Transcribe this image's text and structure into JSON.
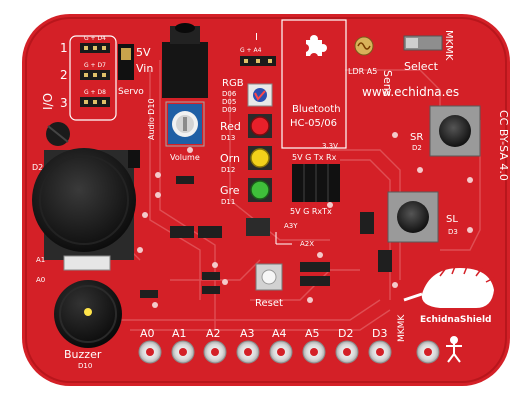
{
  "board": {
    "pcb_color": "#d42027",
    "silk_color": "#ffffff",
    "url": "www.echidna.es",
    "license": "CC BY-SA 4.0",
    "brand": "EchidnaShield"
  },
  "io": {
    "label": "I/O",
    "rows": [
      {
        "num": "1",
        "pins": "G + D4"
      },
      {
        "num": "2",
        "pins": "G + D7"
      },
      {
        "num": "3",
        "pins": "G + D8"
      }
    ]
  },
  "servo": {
    "label": "Servo",
    "v5": "5V",
    "vin": "Vin"
  },
  "i2c": {
    "label": "I",
    "pins": "G + A4"
  },
  "audio": {
    "label": "Audio D10",
    "volume": "Volume"
  },
  "rgb": {
    "label": "RGB",
    "pins": [
      "D06",
      "D05",
      "D09"
    ]
  },
  "leds": [
    {
      "name": "Red",
      "pin": "D13",
      "color": "#e8202a"
    },
    {
      "name": "Orn",
      "pin": "D12",
      "color": "#f2d11a"
    },
    {
      "name": "Gre",
      "pin": "D11",
      "color": "#3fbf3a"
    }
  ],
  "bluetooth": {
    "title": "Bluetooth",
    "model": "HC-05/06",
    "v33": "3.3V",
    "pins_top": "5V G Tx Rx",
    "pins_bottom": "5V G RxTx"
  },
  "sensors": {
    "ldr": "LDR A5",
    "sens": "Sens",
    "select": "Select",
    "mkmk": "MKMK"
  },
  "buttons": {
    "sr": "SR",
    "sr_pin": "D2",
    "sl": "SL",
    "sl_pin": "D3",
    "reset": "Reset"
  },
  "joystick": {
    "label": "D2",
    "axes": "A0",
    "pin_a1": "A1"
  },
  "accel": {
    "a3y": "A3Y",
    "a2x": "A2X"
  },
  "buzzer": {
    "label": "Buzzer",
    "pin": "D10"
  },
  "header_pins": [
    "A0",
    "A1",
    "A2",
    "A3",
    "A4",
    "A5",
    "D2",
    "D3"
  ],
  "header_side": "MKMK",
  "icons": [
    "puzzle-icon",
    "human-icon",
    "echidna-logo"
  ]
}
